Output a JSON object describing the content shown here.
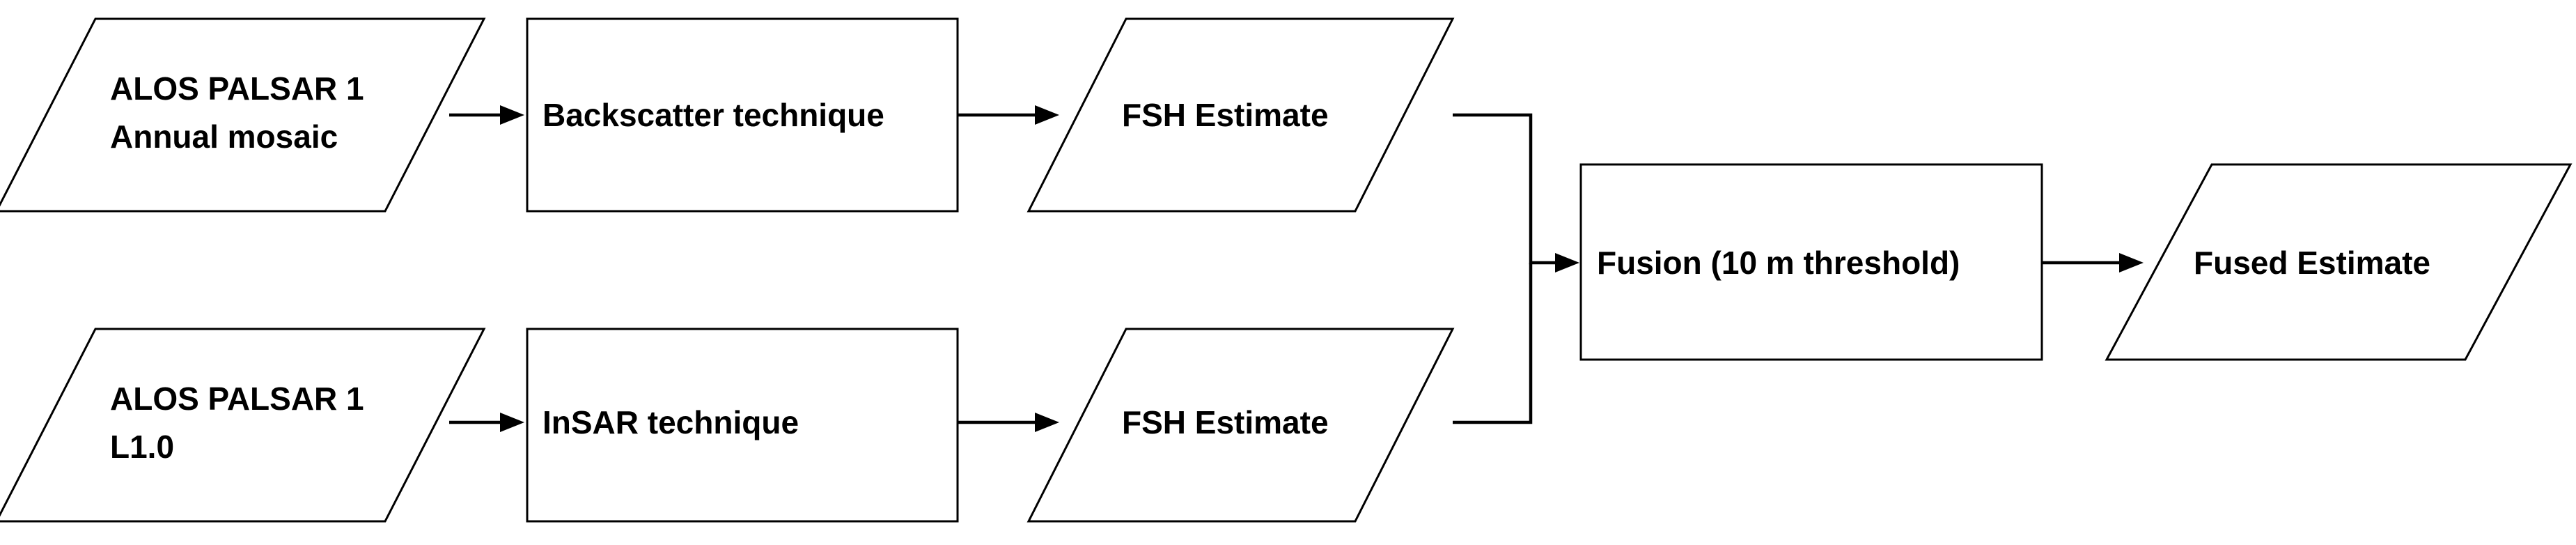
{
  "diagram": {
    "nodes": {
      "input_mosaic": {
        "shape": "parallelogram",
        "lines": [
          "ALOS PALSAR 1",
          "Annual mosaic"
        ]
      },
      "backscatter": {
        "shape": "rectangle",
        "lines": [
          "Backscatter technique"
        ]
      },
      "fsh_top": {
        "shape": "parallelogram",
        "lines": [
          "FSH Estimate"
        ]
      },
      "input_l10": {
        "shape": "parallelogram",
        "lines": [
          "ALOS PALSAR 1",
          "L1.0"
        ]
      },
      "insar": {
        "shape": "rectangle",
        "lines": [
          "InSAR technique"
        ]
      },
      "fsh_bottom": {
        "shape": "parallelogram",
        "lines": [
          "FSH Estimate"
        ]
      },
      "fusion": {
        "shape": "rectangle",
        "lines": [
          "Fusion (10 m threshold)"
        ]
      },
      "fused": {
        "shape": "parallelogram",
        "lines": [
          "Fused Estimate"
        ]
      }
    },
    "edges": [
      {
        "from": "input_mosaic",
        "to": "backscatter"
      },
      {
        "from": "backscatter",
        "to": "fsh_top"
      },
      {
        "from": "fsh_top",
        "to": "fusion"
      },
      {
        "from": "input_l10",
        "to": "insar"
      },
      {
        "from": "insar",
        "to": "fsh_bottom"
      },
      {
        "from": "fsh_bottom",
        "to": "fusion"
      },
      {
        "from": "fusion",
        "to": "fused"
      }
    ],
    "colors": {
      "stroke": "#000000",
      "fill": "#ffffff",
      "text": "#000000"
    }
  }
}
